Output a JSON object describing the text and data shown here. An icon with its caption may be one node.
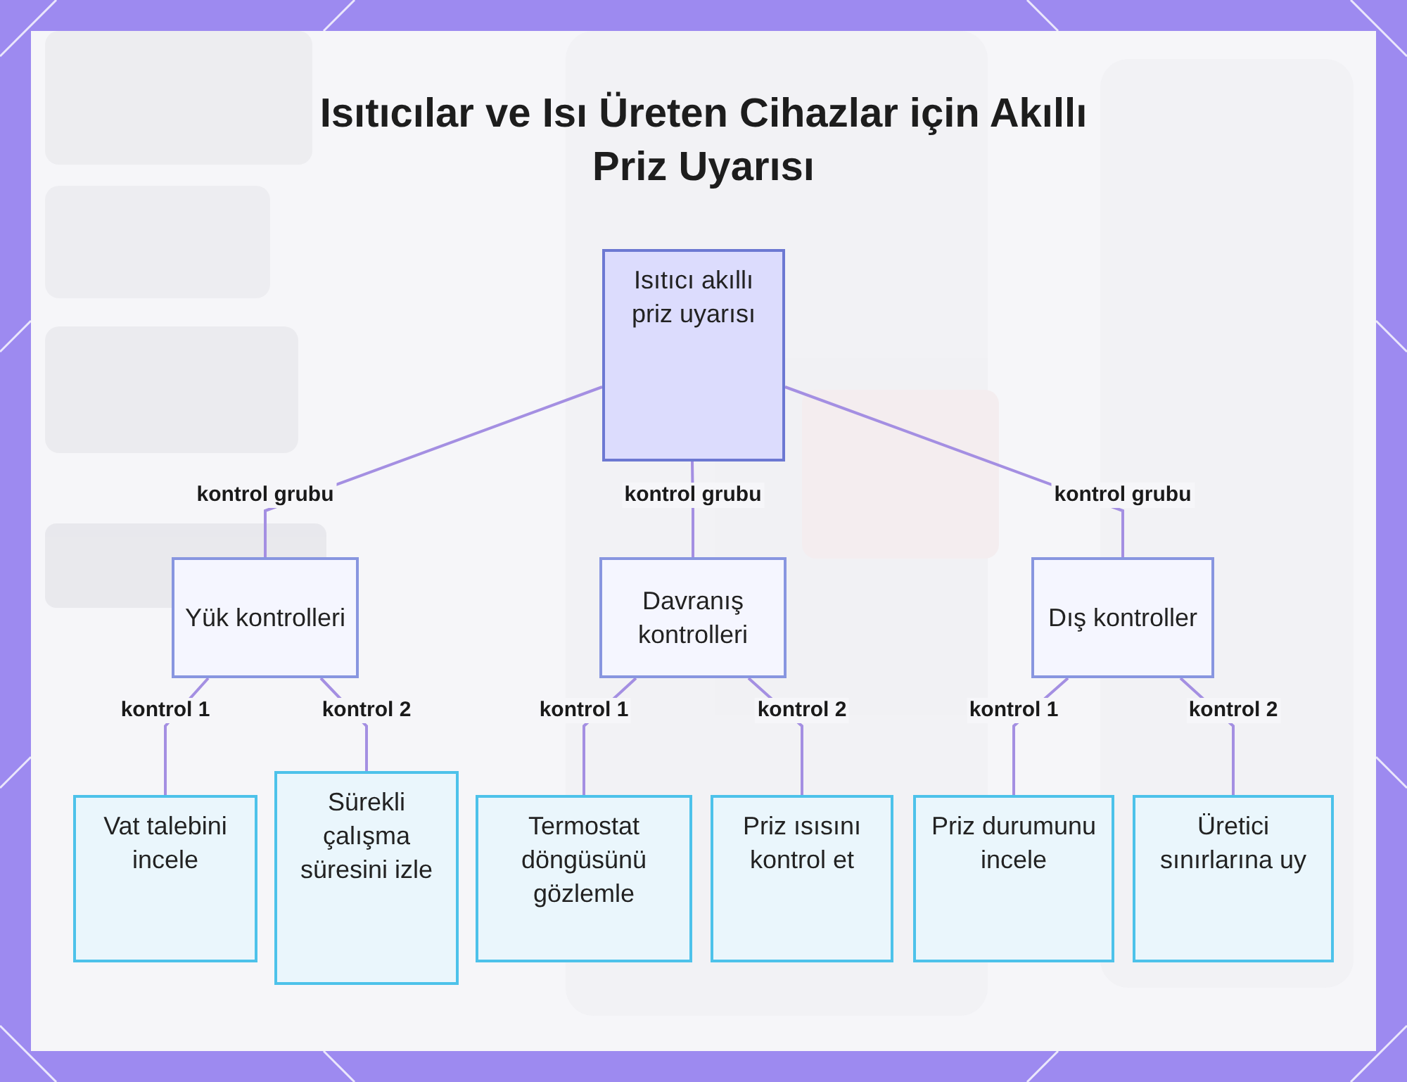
{
  "diagram": {
    "title": "Isıtıcılar ve Isı Üreten Cihazlar için Akıllı Priz Uyarısı",
    "nodes": [
      {
        "text": [
          "Isıtıcı akıllı priz uyarısı"
        ]
      },
      {
        "text": [
          "Yük kontrolleri"
        ]
      },
      {
        "text": [
          "Davranış kontrolleri"
        ]
      },
      {
        "text": [
          "Dış kontroller"
        ]
      },
      {
        "text": [
          "Vat talebini incele"
        ]
      },
      {
        "text": [
          "Sürekli çalışma süresini izle"
        ]
      },
      {
        "text": [
          "Termostat döngüsünü gözlemle"
        ]
      },
      {
        "text": [
          "Priz ısısını kontrol et"
        ]
      },
      {
        "text": [
          "Priz durumunu incele"
        ]
      },
      {
        "text": [
          "Üretici sınırlarına uy"
        ]
      }
    ],
    "edges": [
      {
        "from": 0,
        "to": 1,
        "arrow": "none",
        "label": "kontrol grubu"
      },
      {
        "from": 0,
        "to": 2,
        "arrow": "none",
        "label": "kontrol grubu"
      },
      {
        "from": 0,
        "to": 3,
        "arrow": "none",
        "label": "kontrol grubu"
      },
      {
        "from": 1,
        "to": 4,
        "arrow": "none",
        "label": "kontrol 1"
      },
      {
        "from": 1,
        "to": 5,
        "arrow": "none",
        "label": "kontrol 2"
      },
      {
        "from": 2,
        "to": 6,
        "arrow": "none",
        "label": "kontrol 1"
      },
      {
        "from": 2,
        "to": 7,
        "arrow": "none",
        "label": "kontrol 2"
      },
      {
        "from": 3,
        "to": 8,
        "arrow": "none",
        "label": "kontrol 1"
      },
      {
        "from": 3,
        "to": 9,
        "arrow": "none",
        "label": "kontrol 2"
      }
    ]
  }
}
